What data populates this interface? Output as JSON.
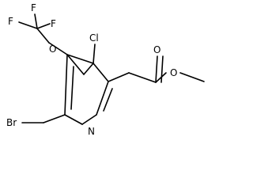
{
  "molecule": {
    "atoms": {
      "f1": "F",
      "f2": "F",
      "f3": "F",
      "o_ether": "O",
      "cl": "Cl",
      "br": "Br",
      "n": "N",
      "o_carbonyl": "O",
      "o_ester": "O"
    }
  }
}
